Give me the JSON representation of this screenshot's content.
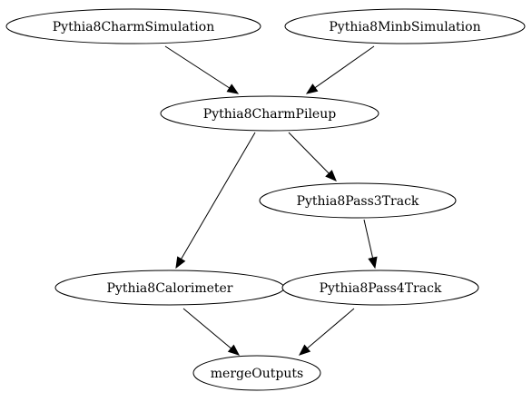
{
  "graph": {
    "nodes": [
      {
        "id": "charm_sim",
        "label": "Pythia8CharmSimulation"
      },
      {
        "id": "minb_sim",
        "label": "Pythia8MinbSimulation"
      },
      {
        "id": "charm_pileup",
        "label": "Pythia8CharmPileup"
      },
      {
        "id": "pass3",
        "label": "Pythia8Pass3Track"
      },
      {
        "id": "calorimeter",
        "label": "Pythia8Calorimeter"
      },
      {
        "id": "pass4",
        "label": "Pythia8Pass4Track"
      },
      {
        "id": "merge",
        "label": "mergeOutputs"
      }
    ],
    "edges": [
      {
        "from": "charm_sim",
        "to": "charm_pileup"
      },
      {
        "from": "minb_sim",
        "to": "charm_pileup"
      },
      {
        "from": "charm_pileup",
        "to": "pass3"
      },
      {
        "from": "charm_pileup",
        "to": "calorimeter"
      },
      {
        "from": "pass3",
        "to": "pass4"
      },
      {
        "from": "calorimeter",
        "to": "merge"
      },
      {
        "from": "pass4",
        "to": "merge"
      }
    ]
  }
}
